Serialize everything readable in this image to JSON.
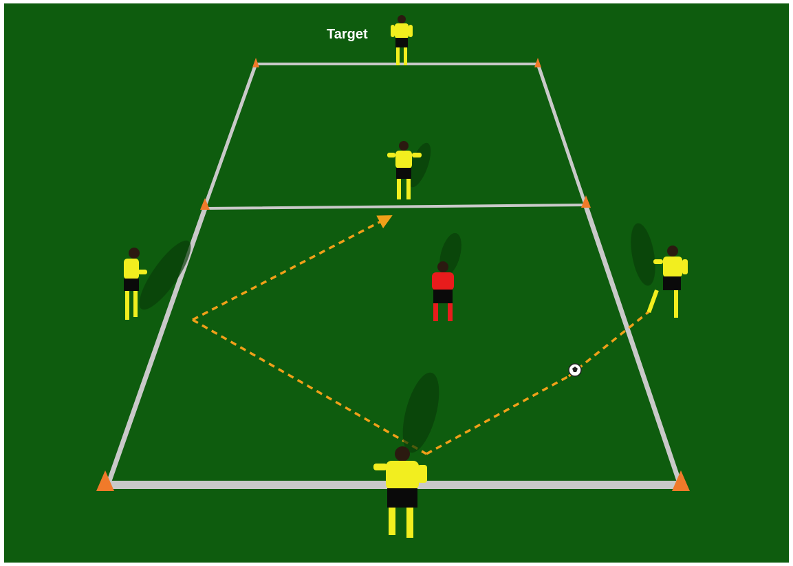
{
  "diagram": {
    "labels": {
      "target": "Target"
    },
    "colors": {
      "pitch": "#0e5c0e",
      "lines": "#c9c9c9",
      "cones": "#f07a2a",
      "pass_arrows": "#f0a019",
      "team_shirt": "#f2ee1f",
      "defender_shirt": "#e81c1c",
      "shorts": "#0a0a0a"
    },
    "players": [
      {
        "role": "target",
        "team": "yellow"
      },
      {
        "role": "middle-channel",
        "team": "yellow"
      },
      {
        "role": "left-wide",
        "team": "yellow"
      },
      {
        "role": "right-wide",
        "team": "yellow"
      },
      {
        "role": "bottom-server",
        "team": "yellow"
      },
      {
        "role": "defender",
        "team": "red"
      }
    ],
    "ball": {
      "present": true
    }
  }
}
